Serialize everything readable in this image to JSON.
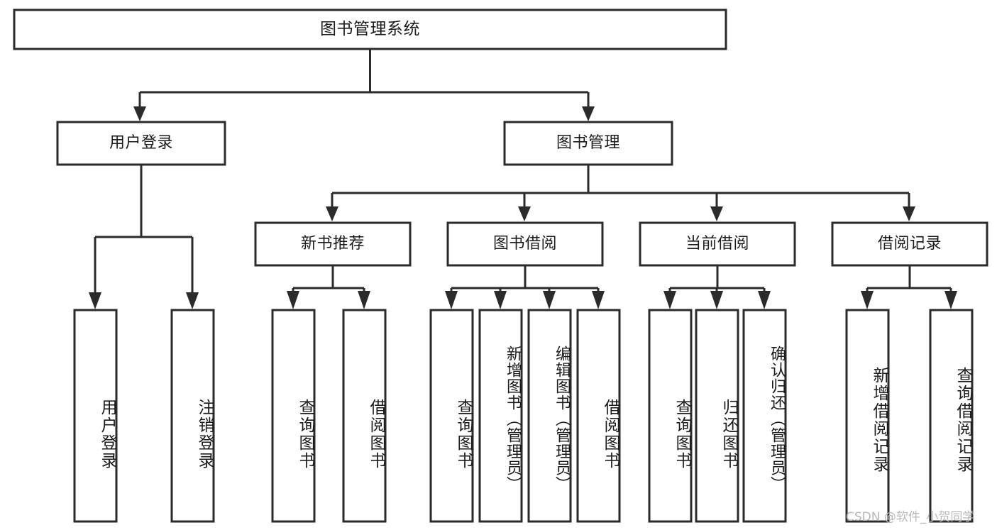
{
  "diagram": {
    "type": "tree-hierarchy-chart",
    "title_node": {
      "label": "图书管理系统"
    },
    "level2": [
      {
        "id": "user-login",
        "label": "用户登录"
      },
      {
        "id": "book-manage",
        "label": "图书管理"
      }
    ],
    "level3": [
      {
        "id": "new-book-recommend",
        "label": "新书推荐"
      },
      {
        "id": "book-borrow",
        "label": "图书借阅"
      },
      {
        "id": "current-borrow",
        "label": "当前借阅"
      },
      {
        "id": "borrow-record",
        "label": "借阅记录"
      }
    ],
    "leaves": [
      {
        "id": "leaf-user-login",
        "label": "用户登录",
        "parent": "user-login"
      },
      {
        "id": "leaf-logout-login",
        "label": "注销登录",
        "parent": "user-login"
      },
      {
        "id": "leaf-query-book-1",
        "label": "查询图书",
        "parent": "new-book-recommend"
      },
      {
        "id": "leaf-borrow-book-1",
        "label": "借阅图书",
        "parent": "new-book-recommend"
      },
      {
        "id": "leaf-query-book-2",
        "label": "查询图书",
        "parent": "book-borrow"
      },
      {
        "id": "leaf-add-book",
        "label": "新增图书（管理员）",
        "parent": "book-borrow"
      },
      {
        "id": "leaf-edit-book",
        "label": "编辑图书（管理员）",
        "parent": "book-borrow"
      },
      {
        "id": "leaf-borrow-book-2",
        "label": "借阅图书",
        "parent": "book-borrow"
      },
      {
        "id": "leaf-query-book-3",
        "label": "查询图书",
        "parent": "current-borrow"
      },
      {
        "id": "leaf-return-book",
        "label": "归还图书",
        "parent": "current-borrow"
      },
      {
        "id": "leaf-confirm-return",
        "label": "确认归还（管理员）",
        "parent": "current-borrow"
      },
      {
        "id": "leaf-add-record",
        "label": "新增借阅记录",
        "parent": "borrow-record"
      },
      {
        "id": "leaf-query-record",
        "label": "查询借阅记录",
        "parent": "borrow-record"
      }
    ],
    "watermark": "CSDN @软件_小贺同学",
    "colors": {
      "stroke": "#2b2b2b",
      "fill": "#ffffff",
      "text": "#1b1b1b",
      "watermark": "#b9b9b9"
    }
  }
}
